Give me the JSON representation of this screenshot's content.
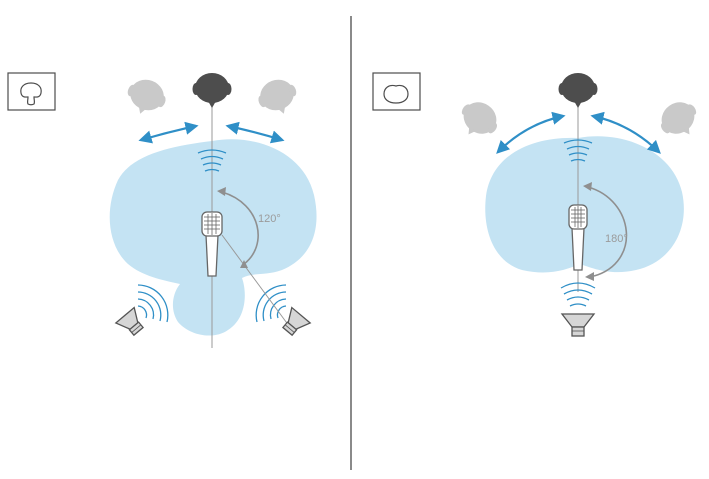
{
  "colors": {
    "lobe": "#c4e3f3",
    "arrow": "#2f8fc7",
    "head_primary": "#4d4d4d",
    "head_secondary": "#c9c9c9",
    "axis": "#9a9a9a",
    "angle_arc": "#8f8f8f",
    "divider": "#8a8a8a",
    "mic_body": "#ffffff",
    "mic_stroke": "#666666",
    "speaker_fill": "#d6d6d6"
  },
  "panels": [
    {
      "pattern": "supercardioid",
      "pattern_icon": "supercardioid-pattern-icon",
      "coverage_angle": "120°",
      "speaker_count": 2
    },
    {
      "pattern": "cardioid",
      "pattern_icon": "cardioid-pattern-icon",
      "coverage_angle": "180°",
      "speaker_count": 1
    }
  ]
}
